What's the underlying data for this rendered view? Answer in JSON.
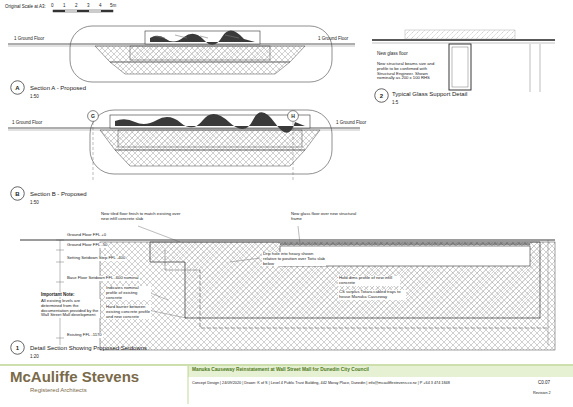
{
  "diagram": {
    "nodes": [
      {
        "text": [
          "A"
        ]
      },
      {
        "text": [
          "2"
        ]
      },
      {
        "text": [
          "G"
        ]
      },
      {
        "text": [
          "H"
        ]
      },
      {
        "text": [
          "B"
        ]
      },
      {
        "text": [
          "1"
        ]
      }
    ],
    "labels": [
      "Original Scale at A3:",
      "0",
      "1",
      "2",
      "3",
      "4",
      "5m",
      "1 Ground Floor",
      "1 Ground Floor",
      "Section A - Proposed",
      "1:50",
      "New glass floor",
      "New structural beams size and profile to be confirmed with Structural Engineer. Shown nominally as 200 x 100 RHS",
      "Typical Glass Support Detail",
      "1:5",
      "1 Ground Floor",
      "1 Ground Floor",
      "Section B - Proposed",
      "1:50",
      "New tiled floor finish to match existing over new infill concrete slab",
      "New glass floor over new structural frame",
      "Ground Floor FFL +0",
      "Ground Floor FFL -50",
      "Setting Setdown Step FFL -400",
      "Base Floor Setdown FFL -600 nominal",
      "Important Note:",
      "All existing levels are determined from the documentation provided by the Wall Street Mall development.",
      "Existing FFL -1170",
      "Indicates nominal profile of existing concrete",
      "Hard barrier between existing concrete profile and new concrete",
      "Drip hole into heavy shown relative to position over Toitu slab below",
      "Hold dims profile of new infill concrete",
      "CS surplus Totara cabled trays to house Manuka Causeway",
      "Detail Section Showing Proposed Setdowns",
      "1:20",
      "McAuliffe Stevens",
      "Registered Architects",
      "Manuka Causeway Reinstatement at Wall Street Mall for Dunedin City Council",
      "Concept Design | 24/09/2020 | Drawn: K of S | Level 4 Public Trust Building, 442 Moray Place, Dunedin | info@mcauliffestevens.co.nz | P +64 3 474 1848",
      "C0.07",
      "Revision 2"
    ]
  }
}
